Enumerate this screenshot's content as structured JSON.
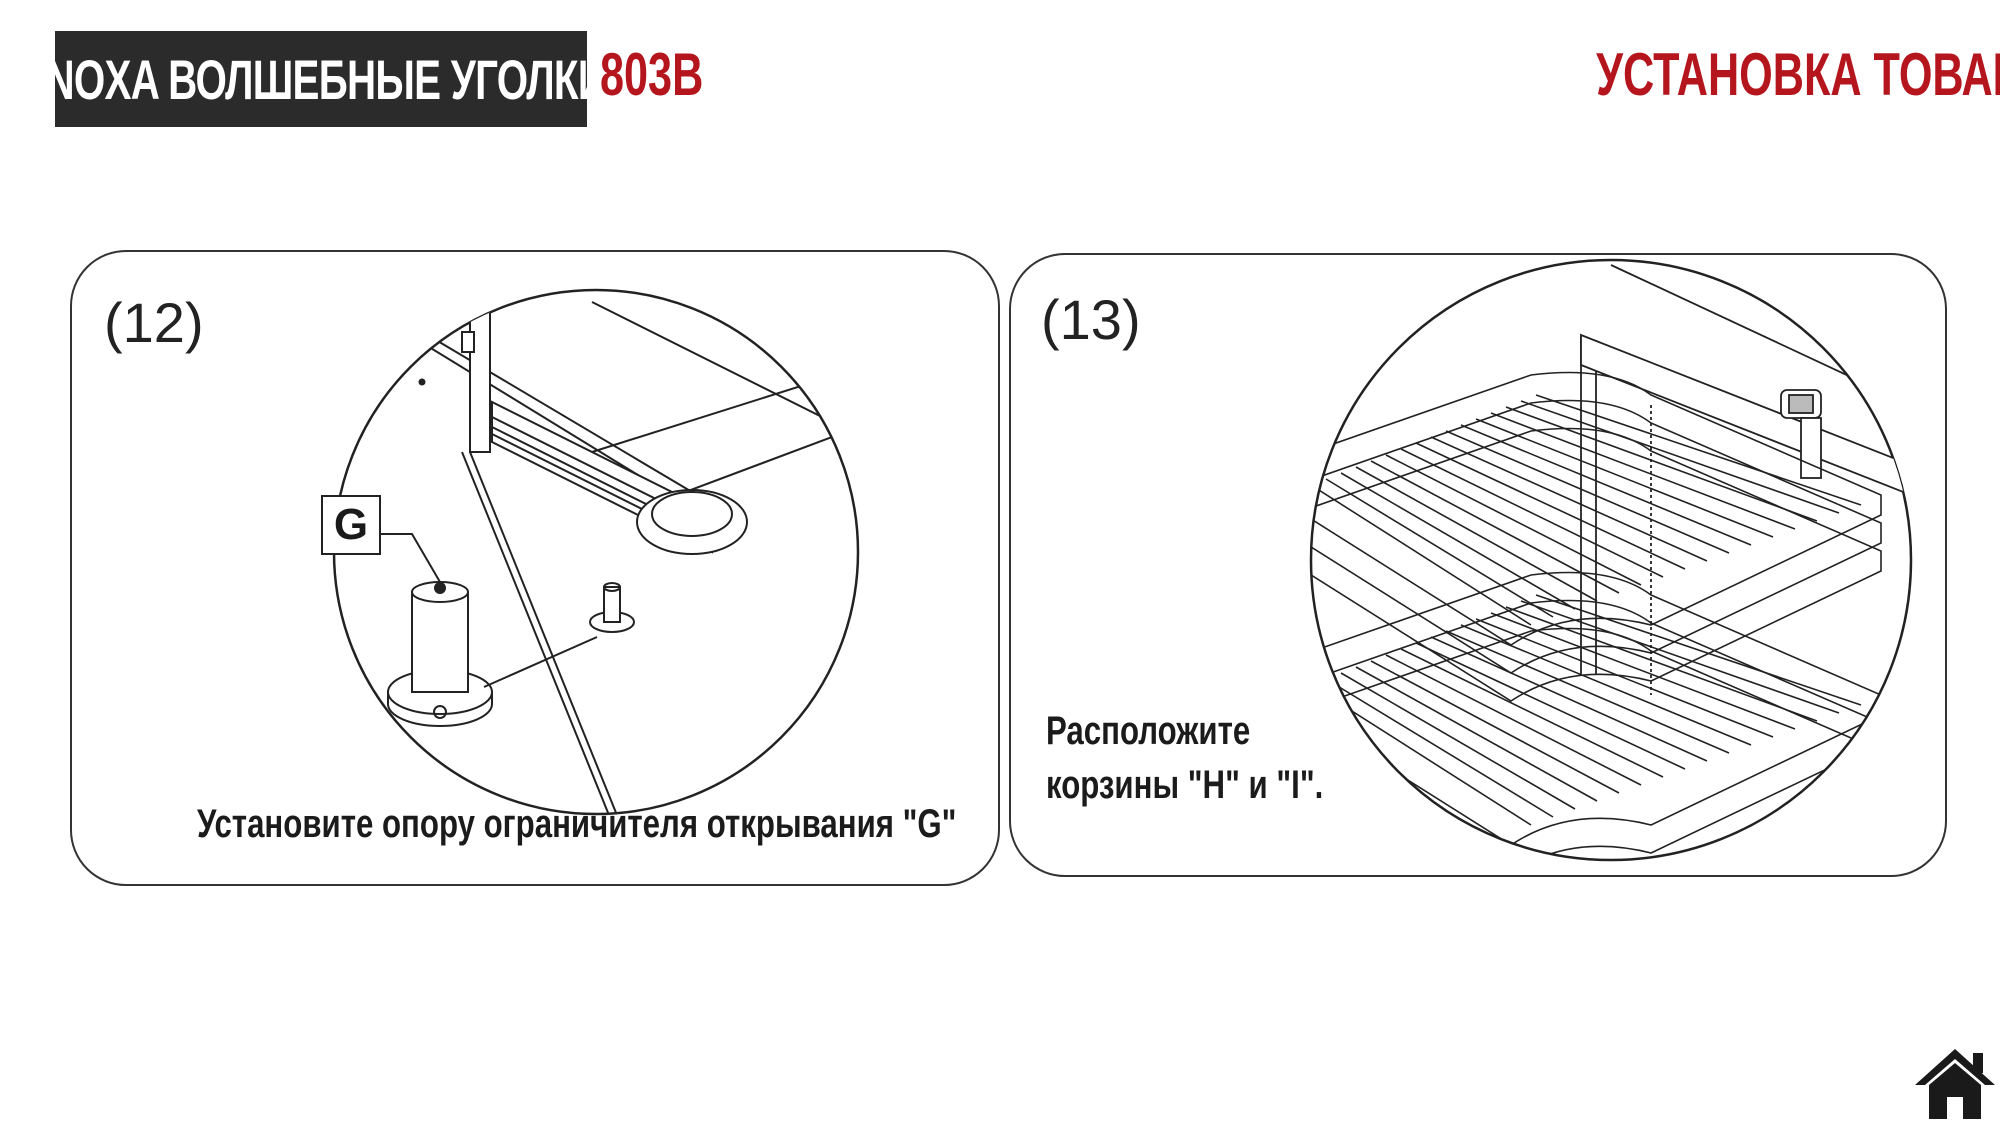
{
  "header": {
    "brand": "INOXA ВОЛШЕБНЫЕ УГОЛКИ",
    "model": "803B",
    "section": "УСТАНОВКА ТОВАРА"
  },
  "steps": [
    {
      "number": "(12)",
      "callout_label": "G",
      "caption": "Установите опору ограничителя открывания \"G\""
    },
    {
      "number": "(13)",
      "caption_line1": "Расположите",
      "caption_line2": "корзины \"H\" и \"I\"."
    }
  ],
  "icons": {
    "home": "home-icon"
  },
  "colors": {
    "accent_red": "#b5161e",
    "header_dark": "#2b2b2b"
  }
}
